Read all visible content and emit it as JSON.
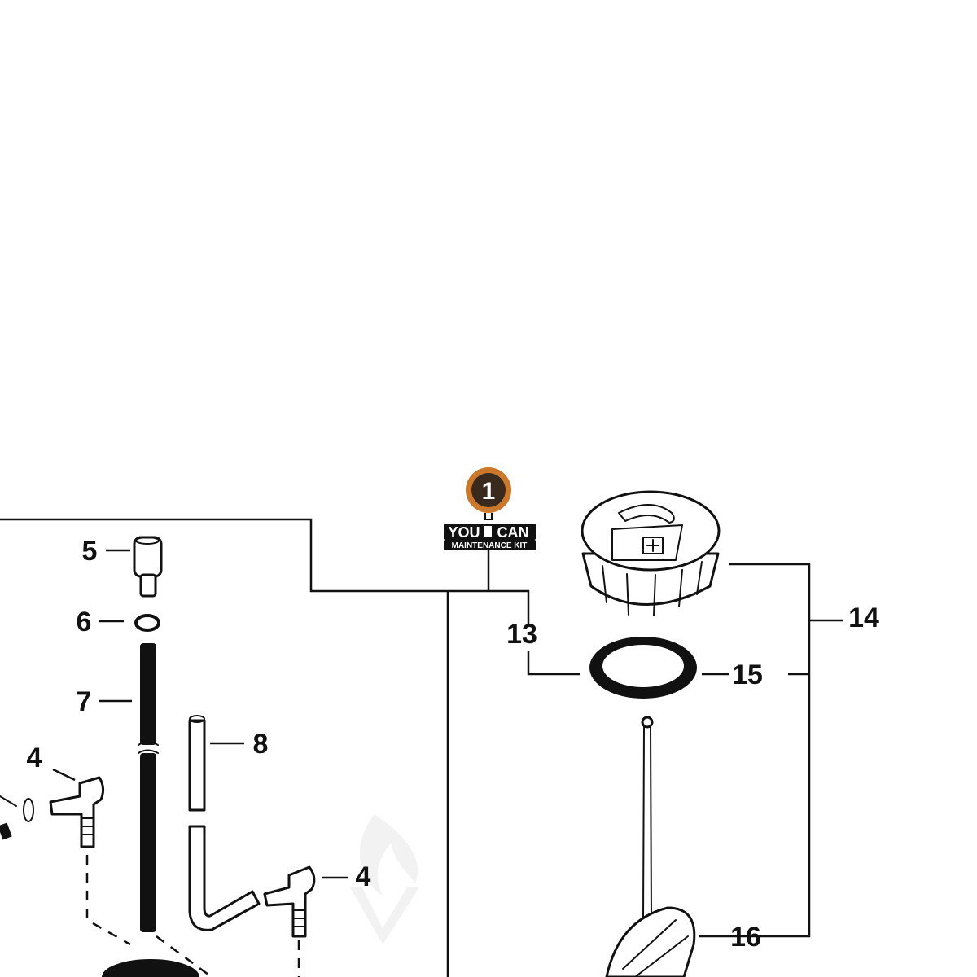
{
  "callouts": {
    "c1": "1",
    "c4a": "4",
    "c4b": "4",
    "c5": "5",
    "c6": "6",
    "c7": "7",
    "c8": "8",
    "c13": "13",
    "c14": "14",
    "c15": "15",
    "c16": "16"
  },
  "kit_badge": {
    "word_left": "YOU",
    "word_right": "CAN",
    "subtitle": "MAINTENANCE KIT"
  },
  "colors": {
    "badge_orange": "#c9782c",
    "badge_dark": "#3a2a1e",
    "line": "#111111",
    "watermark": "#e6e6e6"
  }
}
